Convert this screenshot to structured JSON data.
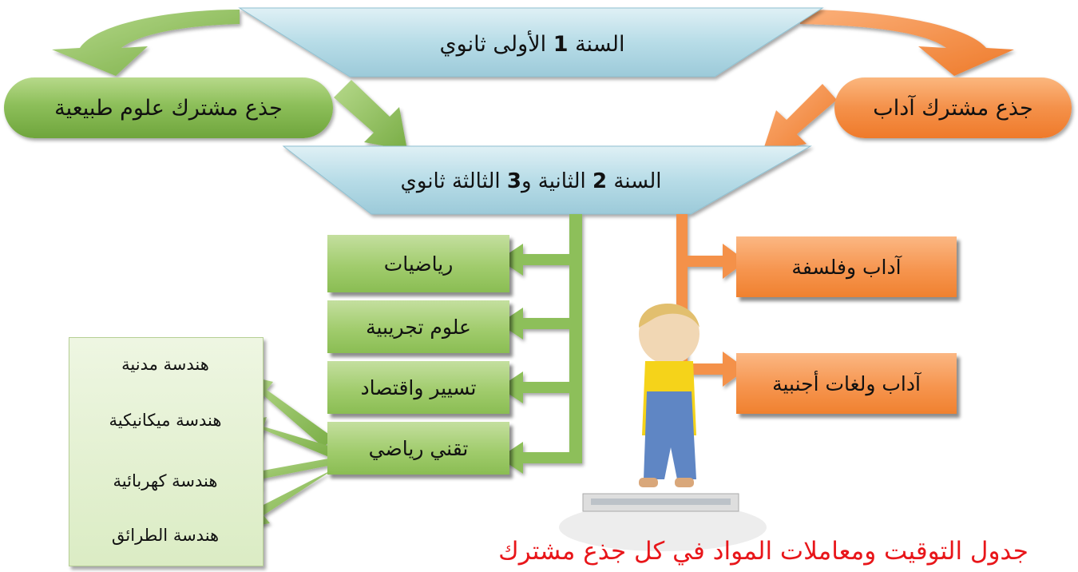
{
  "top_banner": {
    "prefix": "السنة",
    "number": "1",
    "suffix": "الأولى ثانوي"
  },
  "second_banner": {
    "prefix": "السنة",
    "num1": "2",
    "mid": "الثانية و",
    "num2": "3",
    "suffix": "الثالثة ثانوي"
  },
  "common_trunks": {
    "science": "جذع مشترك علوم طبيعية",
    "literature": "جذع مشترك آداب"
  },
  "science_streams": [
    "رياضيات",
    "علوم تجريبية",
    "تسيير واقتصاد",
    "تقني رياضي"
  ],
  "literature_streams": [
    "آداب وفلسفة",
    "آداب ولغات أجنبية"
  ],
  "engineering_options": [
    "هندسة مدنية",
    "هندسة ميكانيكية",
    "هندسة كهربائية",
    "هندسة الطرائق"
  ],
  "caption": "جدول التوقيت ومعاملات المواد في كل جذع مشترك",
  "colors": {
    "green": "#8dbf5a",
    "orange": "#f4914a",
    "banner": "#a9d2df",
    "caption": "#e8161a"
  },
  "decoration": "child-figure-illustration"
}
